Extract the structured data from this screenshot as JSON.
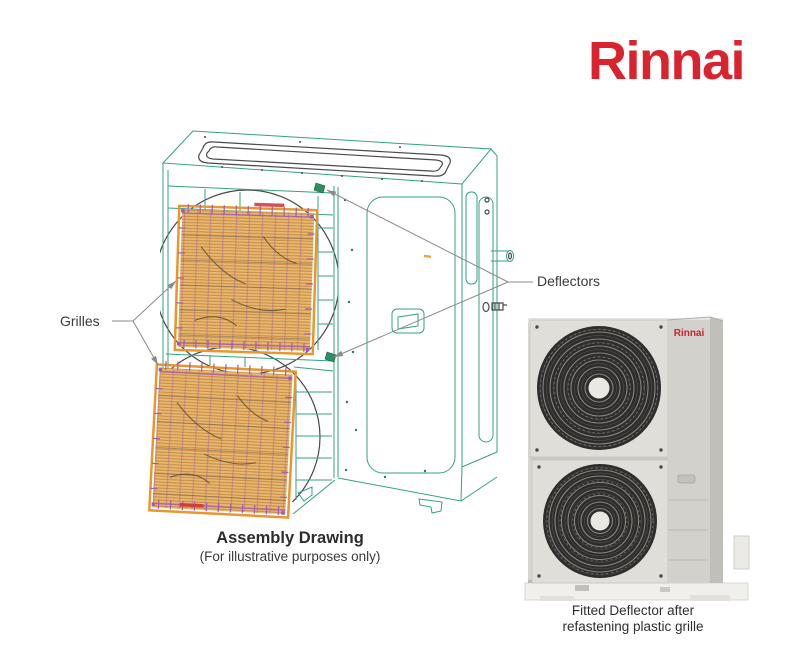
{
  "brand": {
    "logo_text": "Rinnai"
  },
  "diagram": {
    "labels": {
      "grilles": "Grilles",
      "deflectors": "Deflectors"
    },
    "caption_title": "Assembly Drawing",
    "caption_subtitle": "(For illustrative purposes only)"
  },
  "photo": {
    "brand_label": "Rinnai",
    "caption_line1": "Fitted Deflector after",
    "caption_line2": "refastening plastic grille"
  },
  "colors": {
    "brand-red": "#d9232e",
    "cad-teal": "#35a084",
    "cad-dark": "#4a4a4a",
    "grille-orange": "#e8962e",
    "grille-fill": "#e7ba74",
    "grille-stripe": "#c9883a",
    "grille-purple": "#a35ab5",
    "leader-gray": "#8a8a8a",
    "note-red": "#cf3333",
    "photo-cabinet": "#d8d6d0",
    "photo-fan-dark": "#2e2d2b",
    "photo-fan-ring": "#96948e",
    "text-dark": "#333333"
  }
}
